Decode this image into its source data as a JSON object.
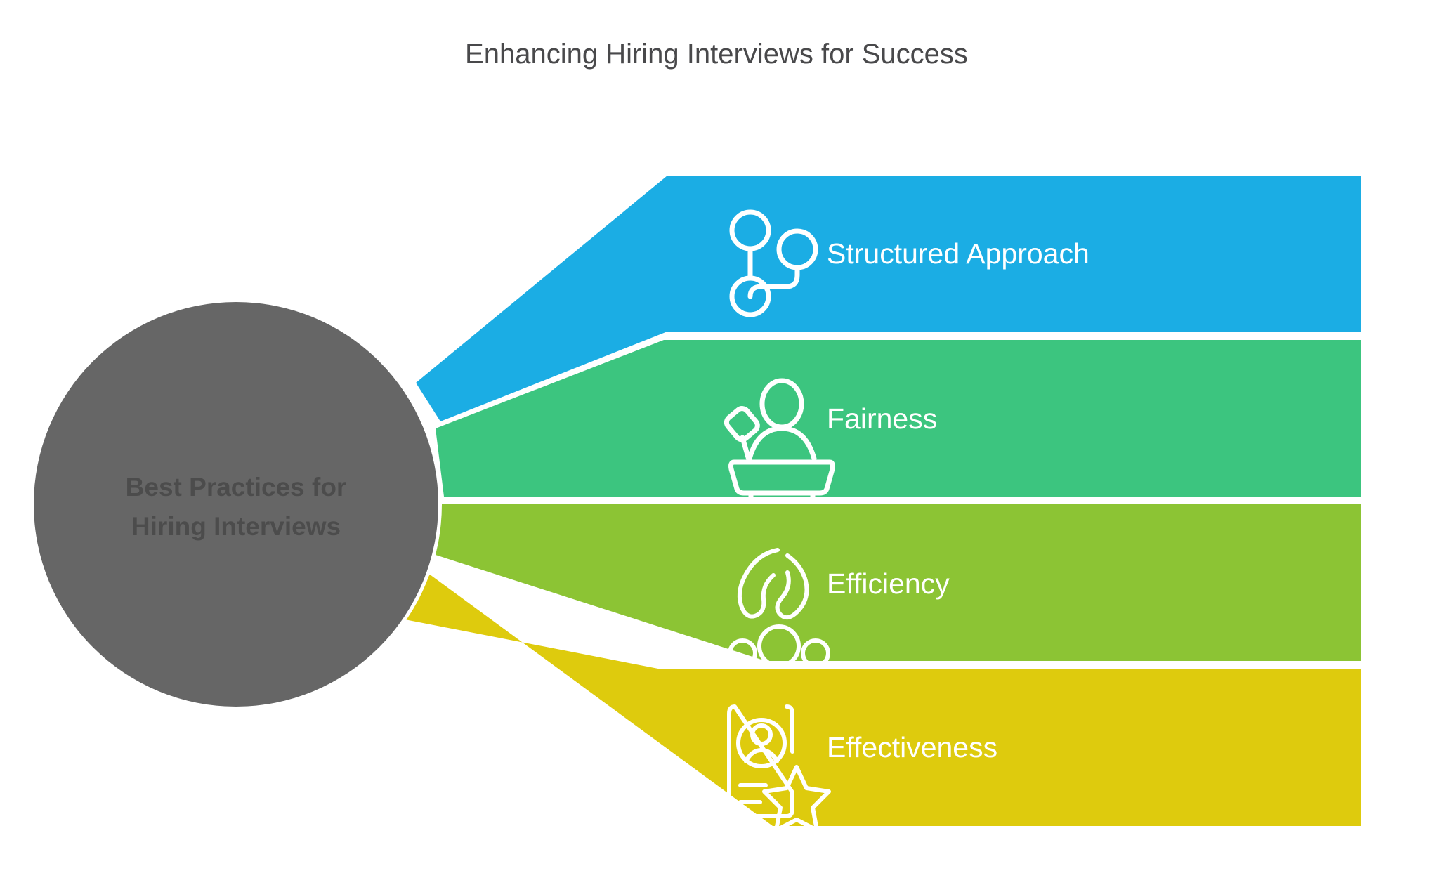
{
  "title": "Enhancing Hiring Interviews for Success",
  "hub": {
    "label_line1": "Best Practices for",
    "label_line2": "Hiring Interviews",
    "color": "#666666",
    "text_color": "#4c4c4c"
  },
  "branches": [
    {
      "label": "Structured Approach",
      "color": "#1BADE4",
      "icon": "branch-nodes-icon"
    },
    {
      "label": "Fairness",
      "color": "#3CC57F",
      "icon": "podium-speaker-icon"
    },
    {
      "label": "Efficiency",
      "color": "#8CC434",
      "icon": "hands-protecting-people-icon"
    },
    {
      "label": "Effectiveness",
      "color": "#DECB0D",
      "icon": "profile-card-star-icon"
    }
  ],
  "chart_data": {
    "type": "diagram",
    "diagram_kind": "radial-funnel-list",
    "title": "Enhancing Hiring Interviews for Success",
    "center_node": "Best Practices for Hiring Interviews",
    "categories": [
      "Structured Approach",
      "Fairness",
      "Efficiency",
      "Effectiveness"
    ],
    "colors": [
      "#1BADE4",
      "#3CC57F",
      "#8CC434",
      "#DECB0D"
    ],
    "legend": "none",
    "grid": false
  }
}
